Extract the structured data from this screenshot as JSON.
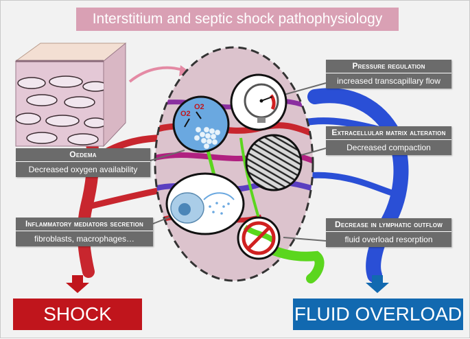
{
  "title": "Interstitium and septic shock pathophysiology",
  "boxes": {
    "pressure": {
      "heading": "Pressure regulation",
      "body": "increased transcapillary flow"
    },
    "ecm": {
      "heading": "Extracellular matrix alteration",
      "body": "Decreased compaction"
    },
    "lymph": {
      "heading": "Decrease in lymphatic outflow",
      "body": "fluid overload resorption"
    },
    "oedema": {
      "heading": "Oedema",
      "body": "Decreased oxygen availability"
    },
    "inflammatory": {
      "heading": "Inflammatory mediators secretion",
      "body": "fibroblasts, macrophages…"
    }
  },
  "outcomes": {
    "shock": "SHOCK",
    "fluid_overload": "FLUID OVERLOAD"
  },
  "oxygen_labels": [
    "O2",
    "O2"
  ],
  "colors": {
    "title_bg": "#d9a0b4",
    "box_bg": "#6b6b6b",
    "shock": "#c0151c",
    "fluid_overload": "#1269b0",
    "artery": "#c8262e",
    "vein": "#2a4fd6",
    "lymph": "#5bd61e",
    "tissue": "#dcc3cd"
  }
}
